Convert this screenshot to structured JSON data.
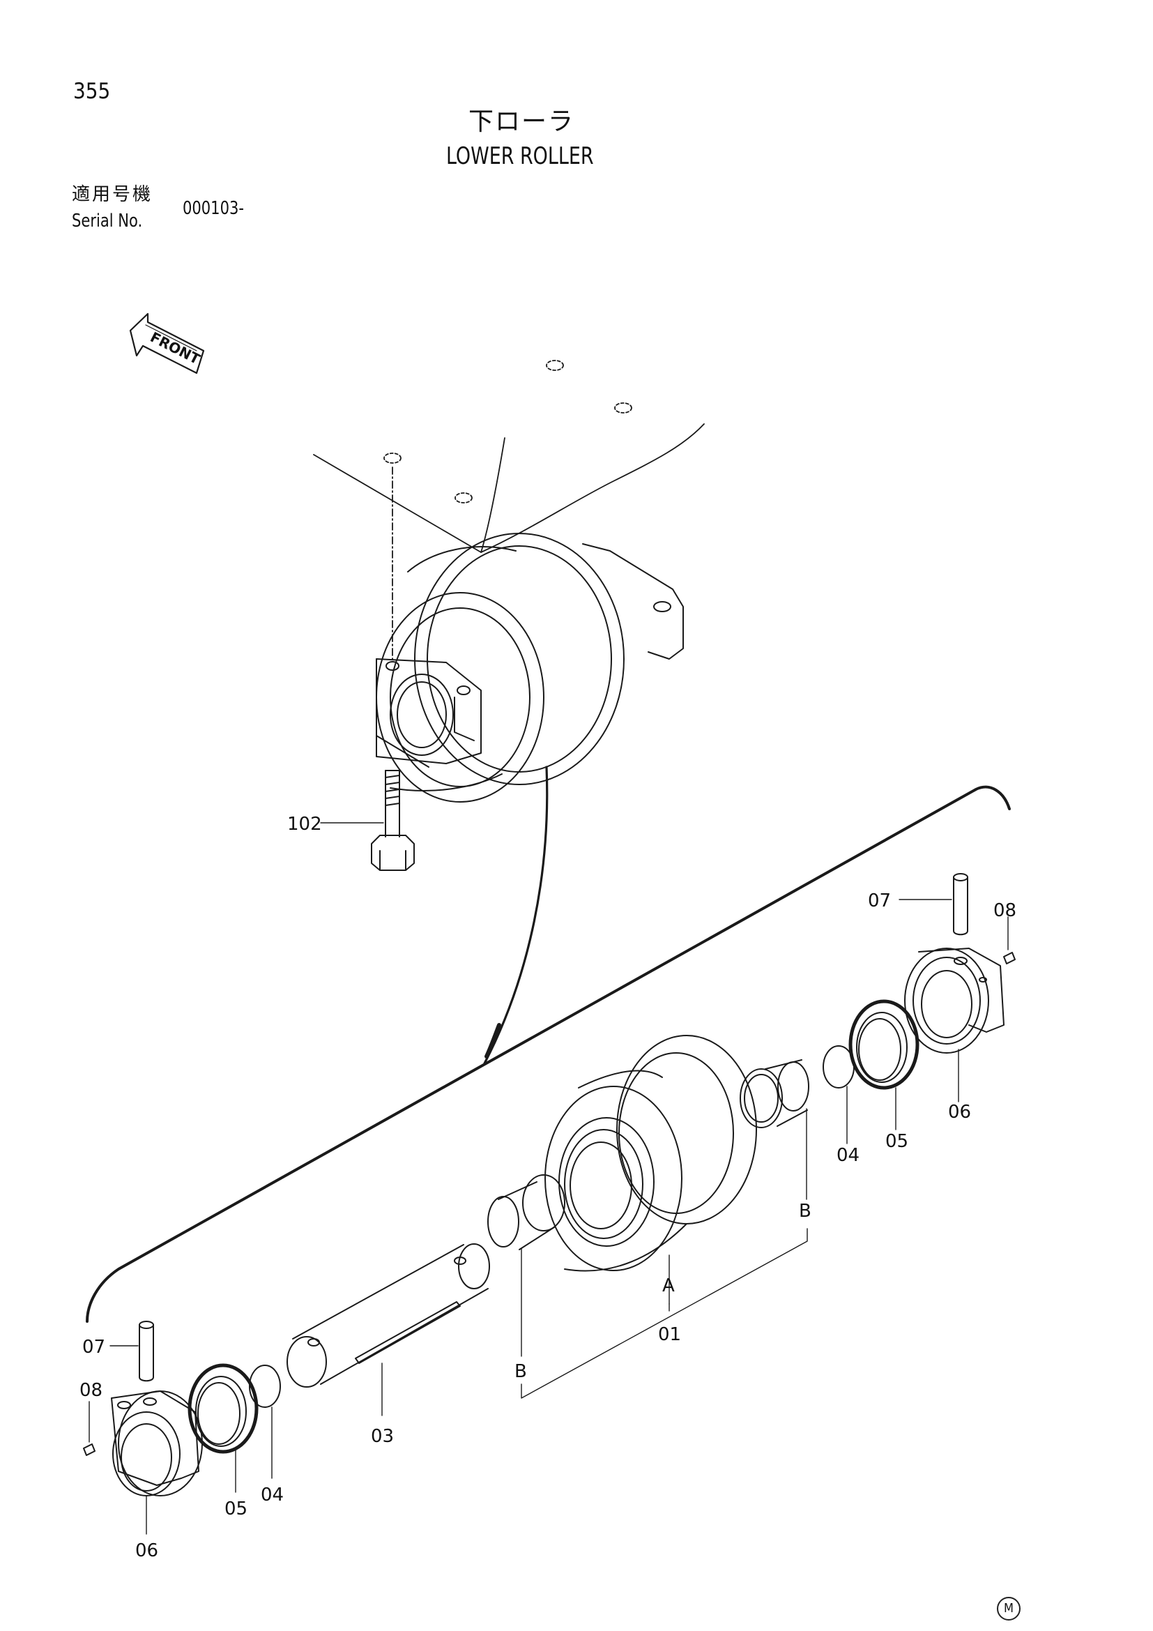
{
  "page_number": "355",
  "title_jp": "下ローラ",
  "title_en": "LOWER ROLLER",
  "serial_label_jp": "適用号機",
  "serial_label_en": "Serial No.",
  "serial_value": "000103-",
  "front_label": "FRONT",
  "mark": "M",
  "part_callouts": [
    "102",
    "07",
    "08",
    "06",
    "05",
    "04",
    "B",
    "01",
    "A",
    "03",
    "B",
    "07",
    "08",
    "06",
    "05",
    "04"
  ]
}
